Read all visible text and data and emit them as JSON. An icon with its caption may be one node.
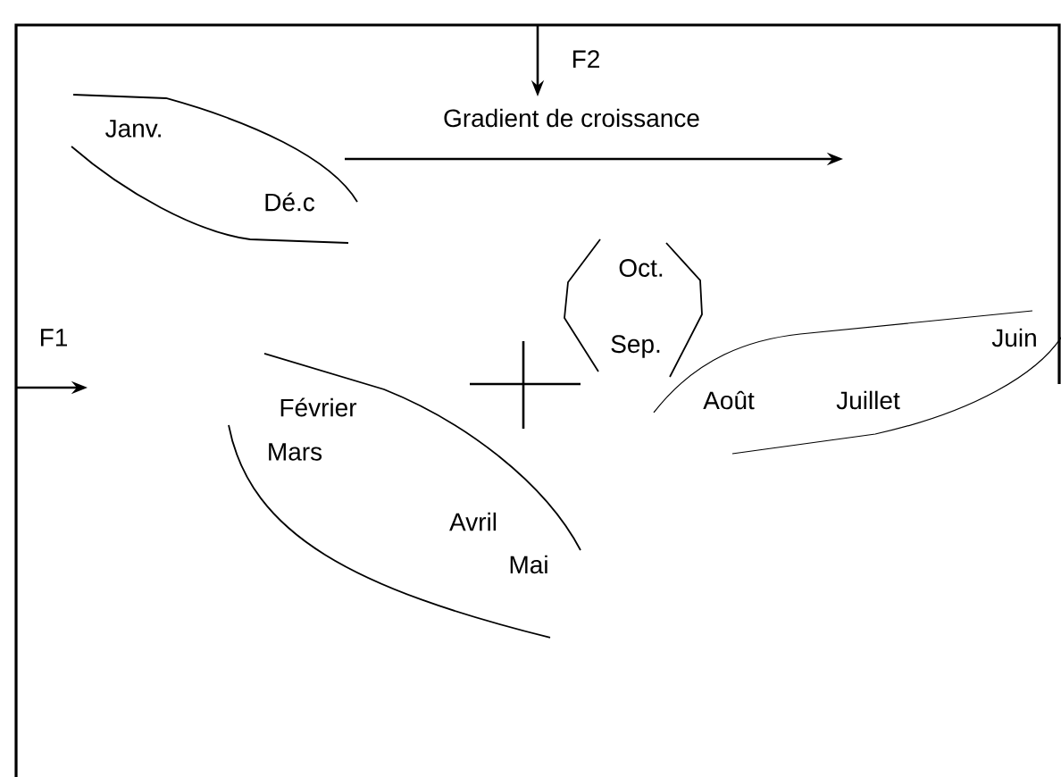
{
  "diagram": {
    "labels": [
      "F2",
      "Gradient de croissance",
      "Janv.",
      "Dé.c",
      "Oct.",
      "F1",
      "Sep.",
      "Juin",
      "Février",
      "Août",
      "Juillet",
      "Mars",
      "Avril",
      "Mai"
    ]
  }
}
